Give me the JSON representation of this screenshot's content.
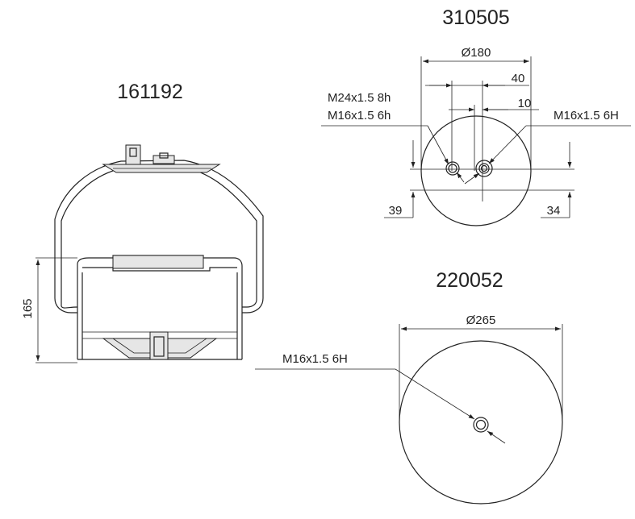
{
  "titles": {
    "left": "161192",
    "top_right": "310505",
    "bottom_right": "220052"
  },
  "dims_161192": {
    "height": "165"
  },
  "dims_310505": {
    "diameter": "Ø180",
    "offset_40": "40",
    "offset_10": "10",
    "thread_a": "M24x1.5 8h",
    "thread_b": "M16x1.5 6h",
    "thread_c": "M16x1.5 6H",
    "left_height": "39",
    "right_height": "34"
  },
  "dims_220052": {
    "diameter": "Ø265",
    "thread": "M16x1.5 6H"
  }
}
